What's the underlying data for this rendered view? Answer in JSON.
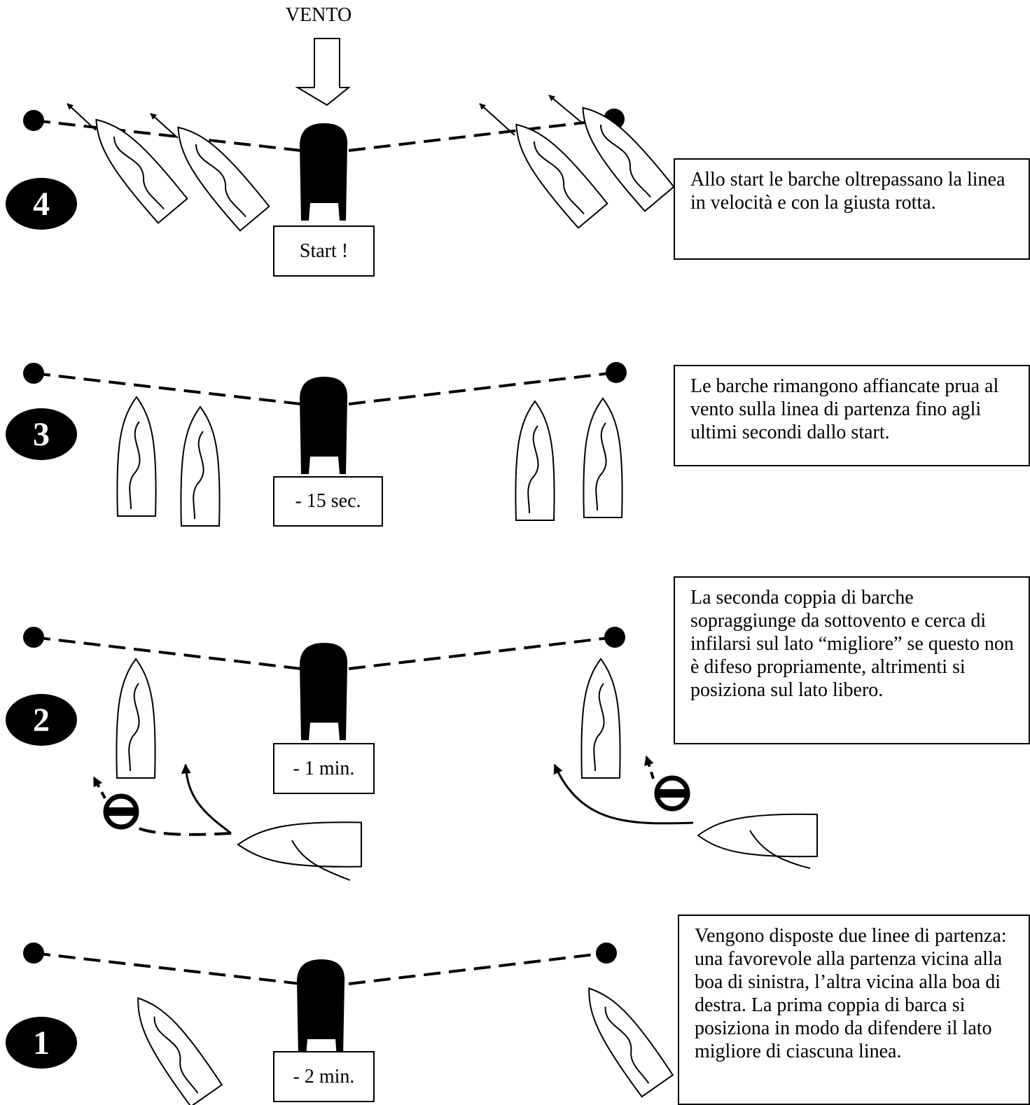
{
  "wind_label": "VENTO",
  "steps": [
    {
      "number": "4",
      "timer": "Start !",
      "description": "Allo start le barche oltrepassano la linea in velocità e con la giusta rotta."
    },
    {
      "number": "3",
      "timer": "- 15 sec.",
      "description": "Le barche rimangono affiancate prua al vento sulla linea di partenza fino agli ultimi secondi dallo start."
    },
    {
      "number": "2",
      "timer": "- 1 min.",
      "description": "La seconda coppia di barche sopraggiunge da sottovento e cerca di infilarsi sul lato “migliore” se questo non è difeso propriamente, altrimenti si posiziona sul lato libero."
    },
    {
      "number": "1",
      "timer": "- 2 min.",
      "description": "Vengono disposte due linee di partenza: una favorevole alla partenza vicina alla boa di sinistra, l’altra vicina alla boa di destra. La prima coppia di barca si posiziona in modo da difendere il lato migliore di ciascuna linea."
    }
  ]
}
